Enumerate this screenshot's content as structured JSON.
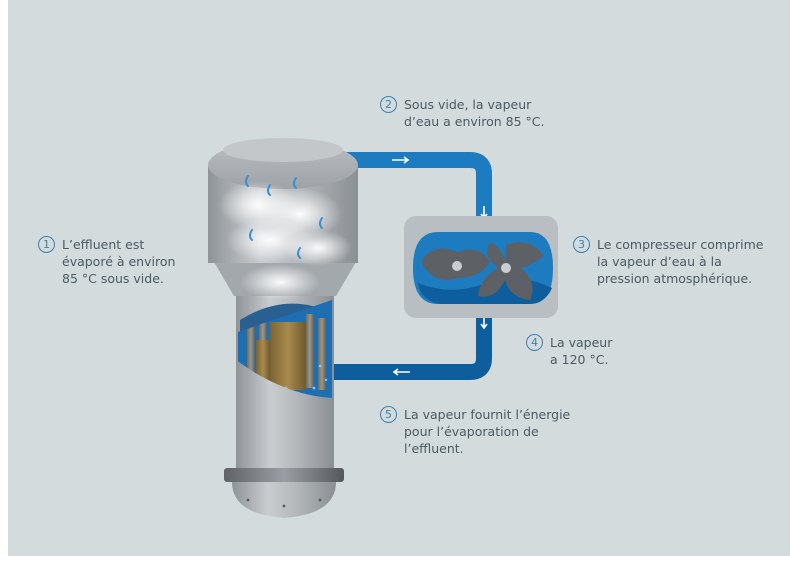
{
  "steps": [
    {
      "number": "1",
      "lines": [
        "L’effluent est",
        "évaporé à environ",
        "85 °C sous vide."
      ]
    },
    {
      "number": "2",
      "lines": [
        "Sous vide, la vapeur",
        "d’eau a environ 85 °C."
      ]
    },
    {
      "number": "3",
      "lines": [
        "Le compresseur comprime",
        "la vapeur d’eau à la",
        "pression atmosphérique."
      ]
    },
    {
      "number": "4",
      "lines": [
        "La vapeur",
        "a 120 °C."
      ]
    },
    {
      "number": "5",
      "lines": [
        "La vapeur fournit l’énergie",
        "pour l’évaporation de",
        "l’effluent."
      ]
    }
  ],
  "colors": {
    "background": "#d3dbdc",
    "pipe": "#1d7cc0",
    "pipe_dark": "#0e5e9e",
    "number_ring": "#3b80b7",
    "text": "#4b5a63",
    "vessel": "#a9aeb2",
    "rotor": "#5d6166"
  }
}
